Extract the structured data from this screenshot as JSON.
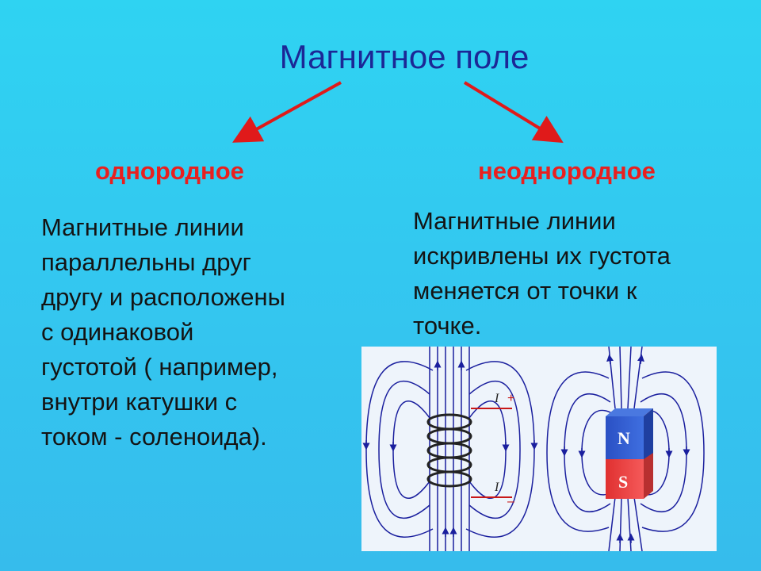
{
  "title": "Магнитное поле",
  "left": {
    "subtitle": "однородное",
    "lines": [
      "Магнитные линии",
      "параллельны друг",
      "другу и расположены",
      "с одинаковой",
      "густотой ( например,",
      "внутри катушки с",
      "током - соленоида)."
    ]
  },
  "right": {
    "subtitle": "неоднородное",
    "lines": [
      "Магнитные линии",
      "искривлены их густота",
      "меняется от точки к",
      "точке."
    ]
  },
  "figure": {
    "solenoid": {
      "current_top": "I",
      "sign_top": "+",
      "current_bottom": "I",
      "sign_bottom": "–"
    },
    "magnet": {
      "north": "N",
      "south": "S"
    }
  },
  "colors": {
    "title": "#1c2796",
    "subtitle": "#e8201f",
    "arrow": "#e01a1a",
    "field_line": "#1a1f9e",
    "north": "#2b57c8",
    "south": "#e83a3a"
  }
}
